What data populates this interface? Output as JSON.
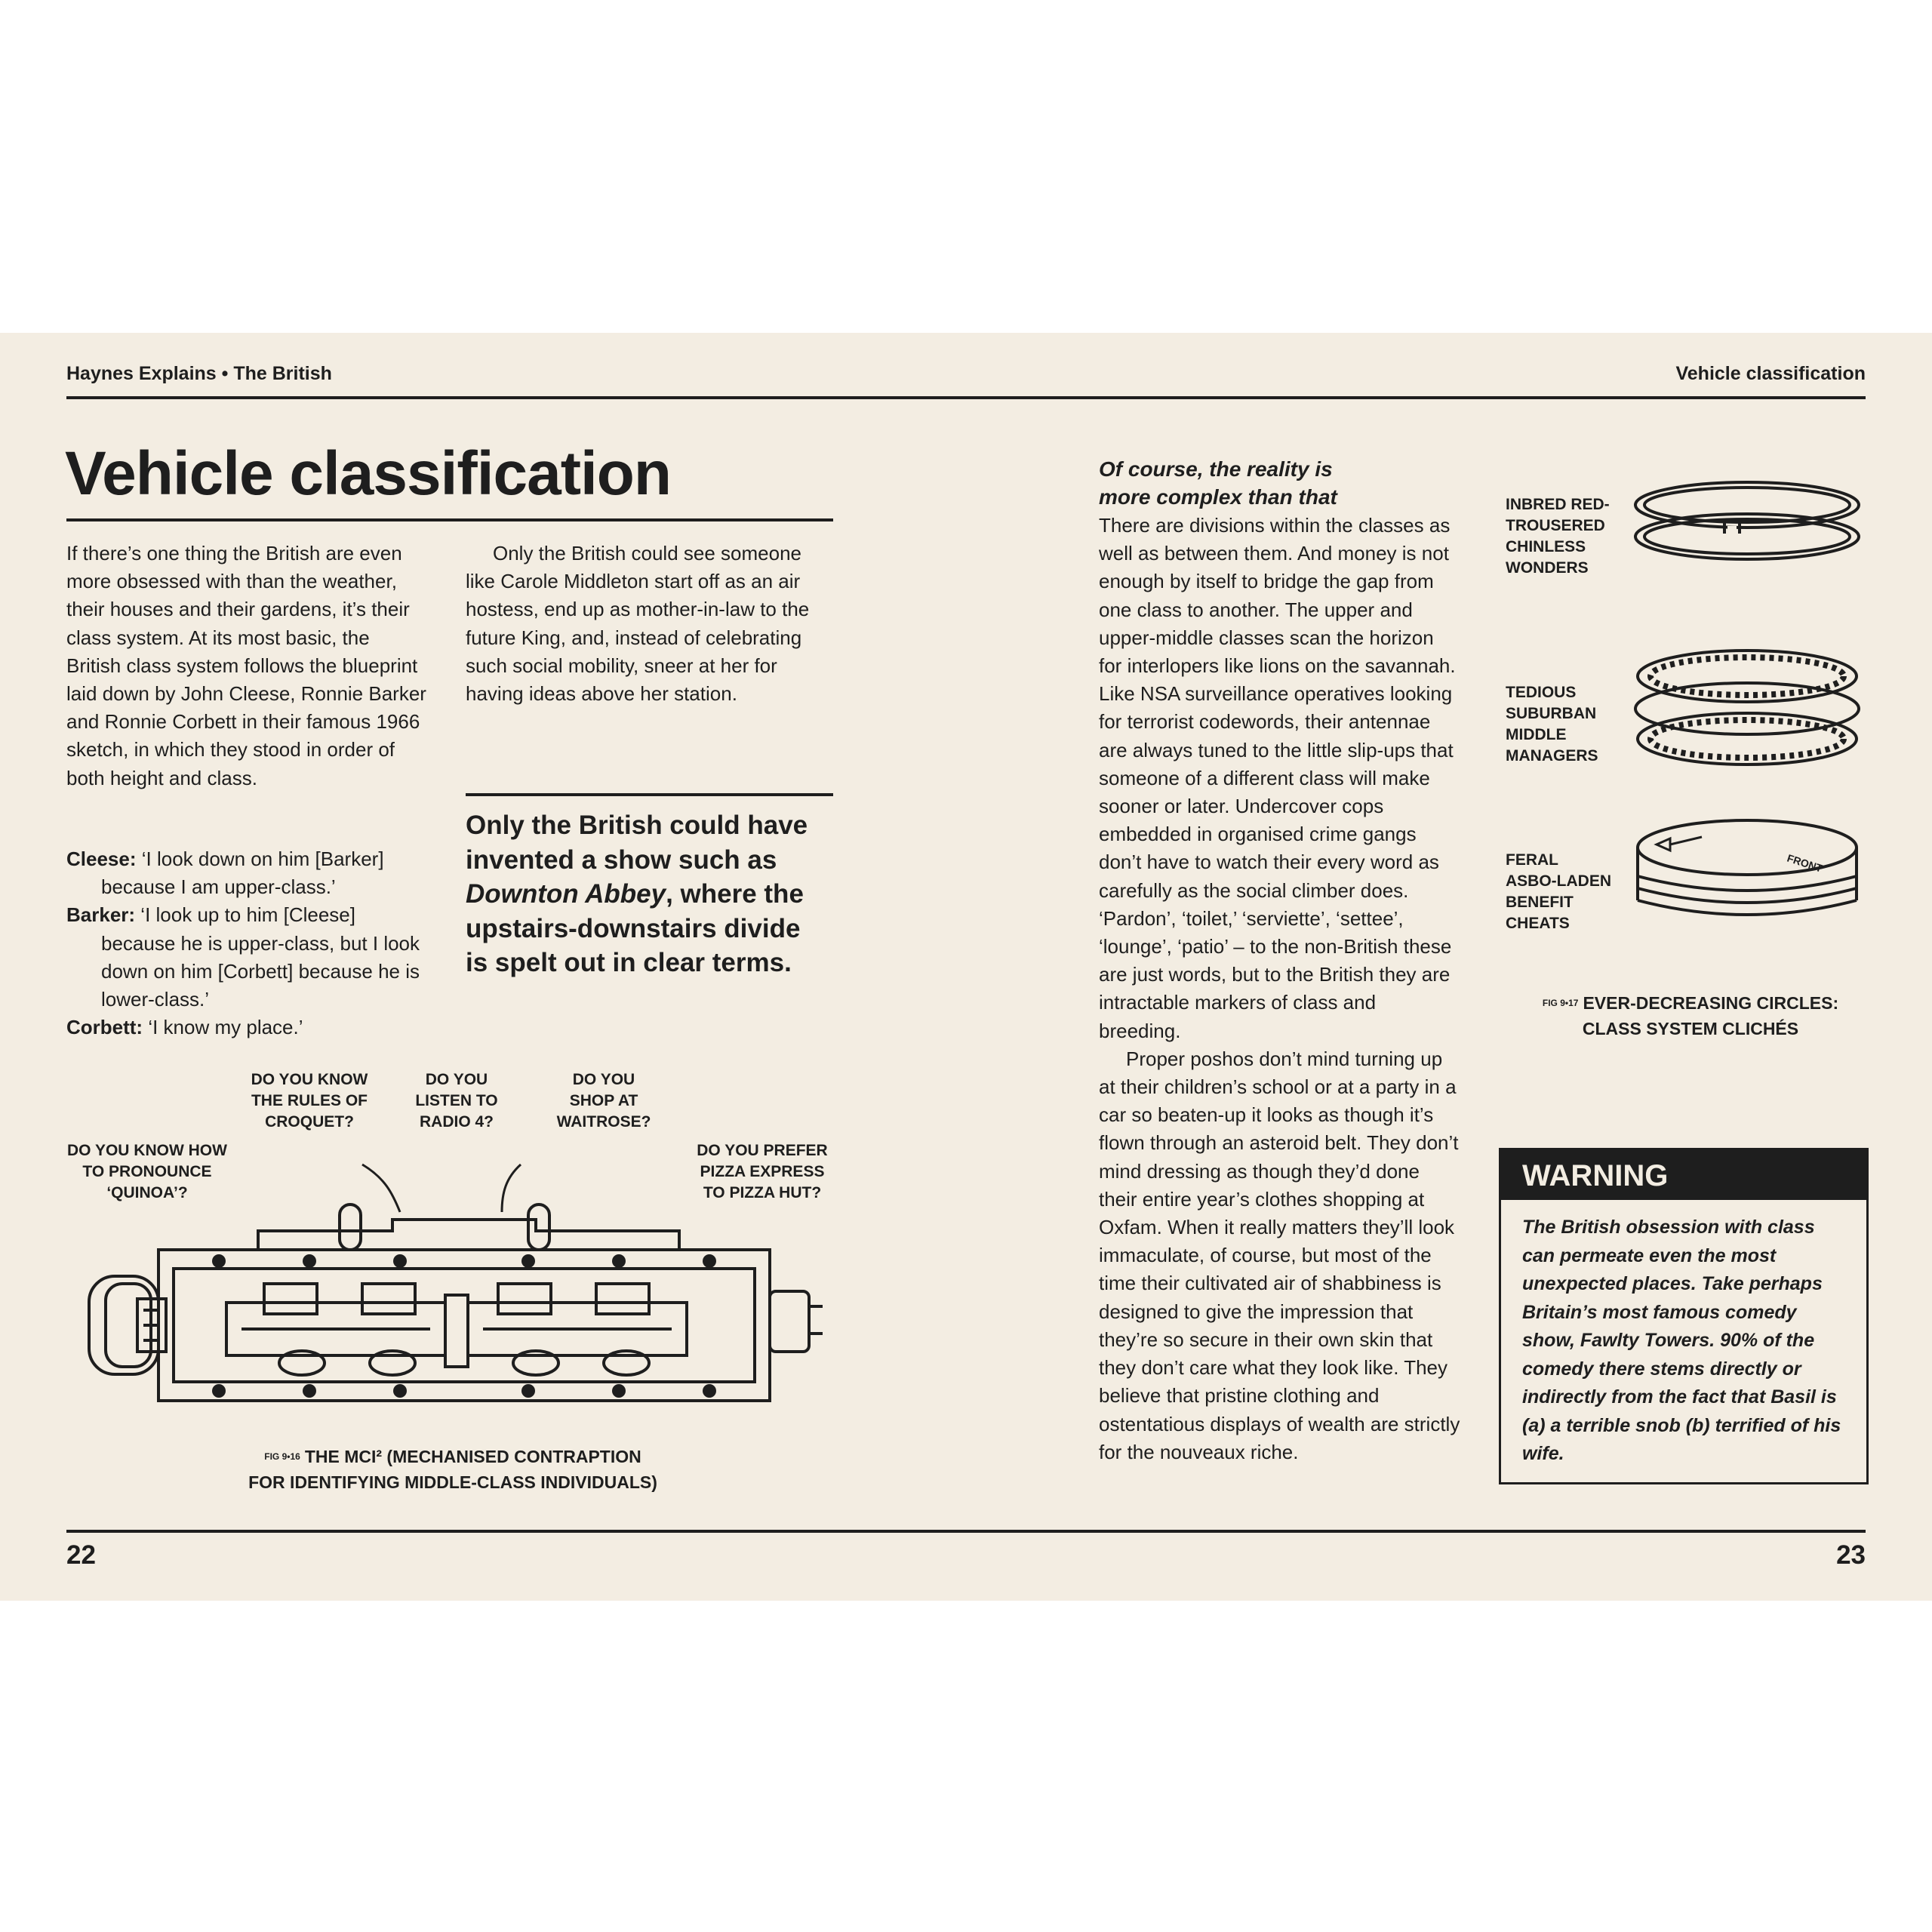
{
  "header": {
    "left": "Haynes Explains • The British",
    "right": "Vehicle classification"
  },
  "title": "Vehicle classification",
  "col1": {
    "intro": "If there’s one thing the British are even more obsessed with than the weather, their houses and their gardens, it’s their class system. At its most basic, the British class system follows the blueprint laid down by John Cleese, Ronnie Barker and Ronnie Corbett in their famous 1966 sketch, in which they stood in order of both height and class.",
    "dialogue": [
      {
        "speaker": "Cleese:",
        "text": "‘I look down on him [Barker] because I am upper-class.’"
      },
      {
        "speaker": "Barker:",
        "text": "‘I look up to him [Cleese] because he is upper-class, but I look down on him [Corbett] because he is lower-class.’"
      },
      {
        "speaker": "Corbett:",
        "text": "‘I know my place.’"
      }
    ]
  },
  "col2": {
    "para": "Only the British could see someone like Carole Middleton start off as an air hostess, end up as mother-in-law to the future King, and, instead of celebrating such social mobility, sneer at her for having ideas above her station.",
    "pull_before": "Only the British could have invented a show such as ",
    "pull_italic": "Downton Abbey",
    "pull_after": ", where the upstairs-downstairs divide is spelt out in clear terms."
  },
  "figure16": {
    "callouts": [
      "DO YOU KNOW HOW\nTO PRONOUNCE\n‘QUINOA’?",
      "DO YOU KNOW\nTHE RULES OF\nCROQUET?",
      "DO YOU\nLISTEN TO\nRADIO 4?",
      "DO YOU\nSHOP AT\nWAITROSE?",
      "DO YOU PREFER\nPIZZA EXPRESS\nTO PIZZA HUT?"
    ],
    "fig_num": "FIG 9•16",
    "caption_line1": "THE MCI² (MECHANISED CONTRAPTION",
    "caption_line2": "FOR IDENTIFYING MIDDLE-CLASS INDIVIDUALS)"
  },
  "col3": {
    "subhead_line1": "Of course, the reality is",
    "subhead_line2": "more complex than that",
    "para1": "There are divisions within the classes as well as between them. And money is not enough by itself to bridge the gap from one class to another. The upper and upper-middle classes scan the horizon for interlopers like lions on the savannah. Like NSA surveillance operatives looking for terrorist codewords, their antennae are always tuned to the little slip-ups that someone of a different class will make sooner or later. Undercover cops embedded in organised crime gangs don’t have to watch their every word as carefully as the social climber does. ‘Pardon’, ‘toilet,’ ‘serviette’, ‘settee’, ‘lounge’, ‘patio’ – to the non-British these are just words, but to the British they are intractable markers of class and breeding.",
    "para2": "Proper poshos don’t mind turning up at their children’s school or at a party in a car so beaten-up it looks as though it’s flown through an asteroid belt. They don’t mind dressing as though they’d done their entire year’s clothes shopping at Oxfam. When it really matters they’ll look immaculate, of course, but most of the time their cultivated air of shabbiness is designed to give the impression that they’re so secure in their own skin that they don’t care what they look like. They believe that pristine clothing and ostentatious displays of wealth are strictly for the nouveaux riche."
  },
  "figure17": {
    "labels": [
      "INBRED RED-\nTROUSERED\nCHINLESS\nWONDERS",
      "TEDIOUS\nSUBURBAN\nMIDDLE\nMANAGERS",
      "FERAL\nASBO-LADEN\nBENEFIT\nCHEATS"
    ],
    "piston_text": "FRONT",
    "fig_num": "FIG 9•17",
    "caption_line1": "EVER-DECREASING CIRCLES:",
    "caption_line2": "CLASS SYSTEM CLICHÉS"
  },
  "warning": {
    "title": "WARNING",
    "text": "The British obsession with class can permeate even the most unexpected places. Take perhaps Britain’s most famous comedy show, Fawlty Towers. 90% of the comedy there stems directly or indirectly from the fact that Basil is (a) a terrible snob (b) terrified of his wife."
  },
  "page_numbers": {
    "left": "22",
    "right": "23"
  }
}
